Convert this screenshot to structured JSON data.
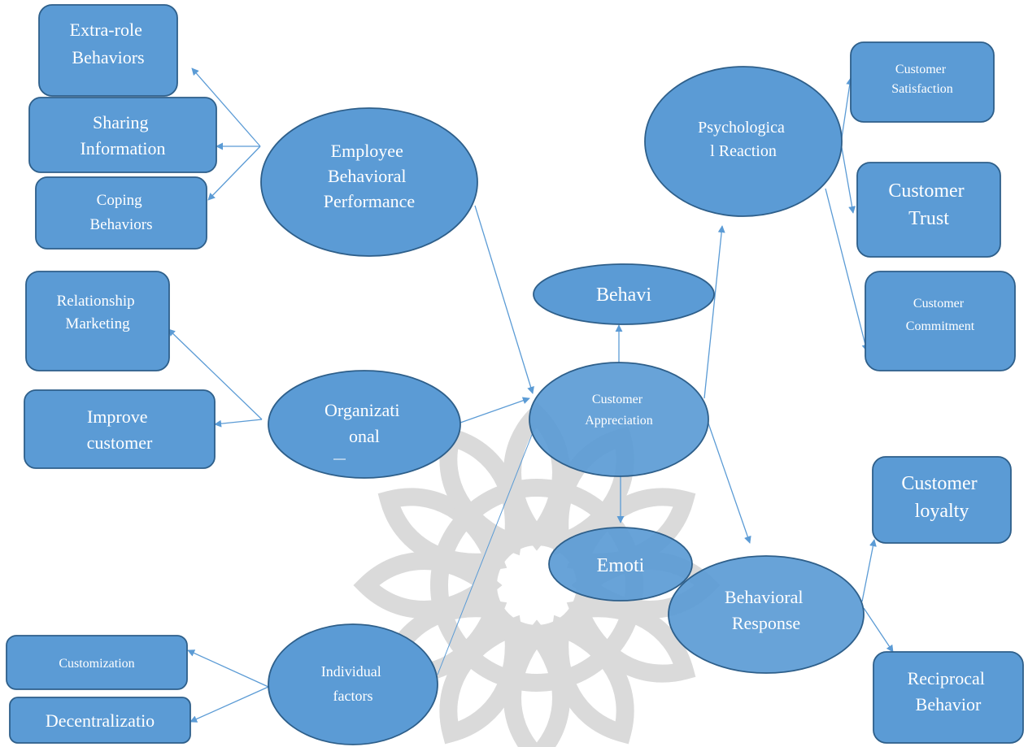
{
  "colors": {
    "node_fill": "#5b9bd5",
    "node_stroke": "#2e5f8a",
    "edge": "#5b9bd5",
    "watermark": "#d6d6d6"
  },
  "nodes": {
    "extra_role_behaviors": [
      "Extra-role",
      "Behaviors"
    ],
    "sharing_information": [
      "Sharing",
      "Information"
    ],
    "coping_behaviors": [
      "Coping",
      "Behaviors"
    ],
    "employee_behavioral_performance": [
      "Employee",
      "Behavioral",
      "Performance"
    ],
    "relationship_marketing": [
      "Relationship",
      "Marketing"
    ],
    "improve_customer": [
      "Improve",
      "customer"
    ],
    "organizational": [
      "Organizati",
      "onal"
    ],
    "customization": [
      "Customization"
    ],
    "decentralization": [
      "Decentralizatio"
    ],
    "individual_factors": [
      "Individual",
      "factors"
    ],
    "behavi": [
      "Behavi"
    ],
    "customer_appreciation": [
      "Customer",
      "Appreciation"
    ],
    "emoti": [
      "Emoti"
    ],
    "psychological_reaction": [
      "Psychologica",
      "l Reaction"
    ],
    "customer_satisfaction": [
      "Customer",
      "Satisfaction"
    ],
    "customer_trust": [
      "Customer",
      "Trust"
    ],
    "customer_commitment": [
      "Customer",
      "Commitment"
    ],
    "behavioral_response": [
      "Behavioral",
      "Response"
    ],
    "customer_loyalty": [
      "Customer",
      "loyalty"
    ],
    "reciprocal_behavior": [
      "Reciprocal",
      "Behavior"
    ]
  }
}
